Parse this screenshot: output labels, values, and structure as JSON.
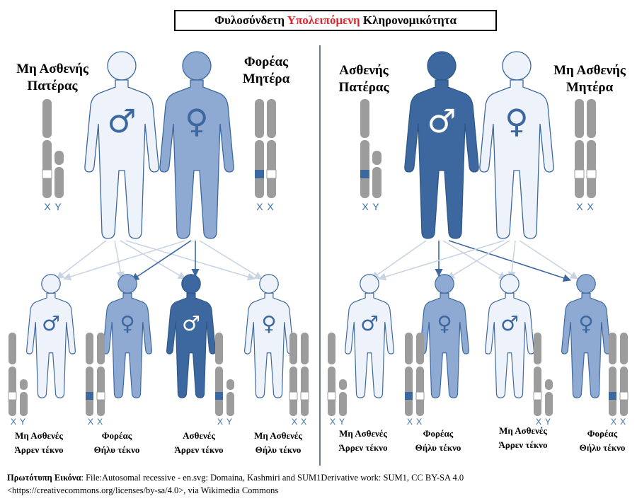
{
  "title": {
    "part1": "Φυλοσύνδετη ",
    "highlight": "Υπολειπόμενη",
    "part2": " Κληρονομικότητα"
  },
  "colors": {
    "light_figure": "#eef3fb",
    "medium_figure": "#8eaad3",
    "dark_figure": "#3c689f",
    "outline": "#3c689f",
    "chromosome": "#9c9c9c",
    "allele_mutant": "#3c689f",
    "allele_normal": "#ffffff",
    "highlight": "#e0262b",
    "arrow_light": "#c9d4e3",
    "arrow_dark": "#3c689f"
  },
  "left": {
    "father": {
      "label": "Μη Ασθενής\nΠατέρας",
      "chromosomes": "X Y",
      "symbol": "♂"
    },
    "mother": {
      "label": "Φορέας\nΜητέρα",
      "chromosomes": "X X",
      "symbol": "♀"
    },
    "children": [
      {
        "label": "Μη Ασθενές\nΆρρεν τέκνο",
        "chromosomes": "X Y",
        "symbol": "♂"
      },
      {
        "label": "Φορέας\nΘήλυ τέκνο",
        "chromosomes": "X X",
        "symbol": "♀"
      },
      {
        "label": "Ασθενές\nΆρρεν τέκνο",
        "chromosomes": "X Y",
        "symbol": "♂"
      },
      {
        "label": "Μη Ασθενές\nΘήλυ τέκνο",
        "chromosomes": "X X",
        "symbol": "♀"
      }
    ]
  },
  "right": {
    "father": {
      "label": "Ασθενής\nΠατέρας",
      "chromosomes": "X Y",
      "symbol": "♂"
    },
    "mother": {
      "label": "Μη Ασθενής\nΜητέρα",
      "chromosomes": "X X",
      "symbol": "♀"
    },
    "children": [
      {
        "label": "Μη Ασθενές\nΆρρεν τέκνο",
        "chromosomes": "X Y",
        "symbol": "♂"
      },
      {
        "label": "Φορέας\nΘήλυ τέκνο",
        "chromosomes": "X X",
        "symbol": "♀"
      },
      {
        "label": "Μη Ασθενές\nΆρρεν τέκνο",
        "chromosomes": "X Y",
        "symbol": "♂"
      },
      {
        "label": "Φορέας\nΘήλυ τέκνο",
        "chromosomes": "X X",
        "symbol": "♀"
      }
    ]
  },
  "footer": {
    "label": "Πρωτότυπη Εικόνα",
    "text": ": File:Autosomal recessive - en.svg: Domaina, Kashmiri and SUM1Derivative work: SUM1, CC BY-SA 4.0",
    "line2": "<https://creativecommons.org/licenses/by-sa/4.0>, via Wikimedia Commons"
  }
}
